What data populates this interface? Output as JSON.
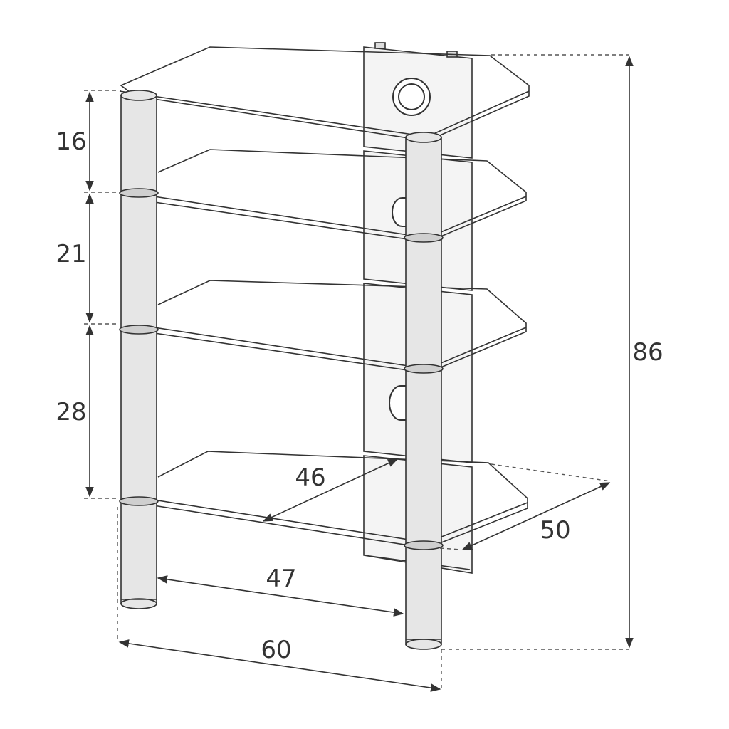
{
  "diagram": {
    "colors": {
      "line": "#333333",
      "panel": "#f4f4f4",
      "pole": "#e6e6e6",
      "dash": "#555555"
    },
    "dimensions": {
      "shelf_gap_top": "16",
      "shelf_gap_middle": "21",
      "shelf_gap_lower": "28",
      "total_height": "86",
      "shelf_depth": "46",
      "overall_depth": "50",
      "inner_width": "47",
      "overall_width": "60"
    }
  }
}
